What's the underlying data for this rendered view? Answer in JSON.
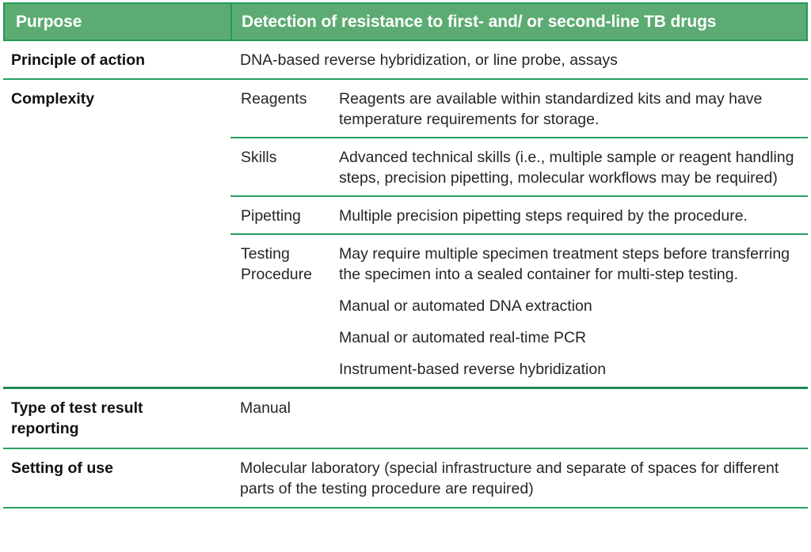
{
  "header": {
    "left": "Purpose",
    "right": "Detection of resistance to first- and/ or second-line TB drugs"
  },
  "rows": {
    "principle": {
      "label": "Principle of action",
      "value": "DNA-based reverse hybridization, or line probe, assays"
    },
    "complexity": {
      "label": "Complexity",
      "sub": [
        {
          "key": "Reagents",
          "paragraphs": [
            "Reagents are available within standardized kits and may have temperature requirements for storage."
          ]
        },
        {
          "key": "Skills",
          "paragraphs": [
            "Advanced technical skills (i.e., multiple sample or reagent handling steps, precision pipetting, molecular workflows may be required)"
          ]
        },
        {
          "key": "Pipetting",
          "paragraphs": [
            "Multiple precision pipetting steps required by the procedure."
          ]
        },
        {
          "key": "Testing Procedure",
          "paragraphs": [
            "May require multiple specimen treatment steps before transferring the specimen into a sealed container for multi-step testing.",
            "Manual or automated DNA extraction",
            "Manual or automated real-time PCR",
            "Instrument-based reverse hybridization"
          ]
        }
      ]
    },
    "reporting": {
      "label": "Type of test result reporting",
      "value": "Manual"
    },
    "setting": {
      "label": "Setting of use",
      "value": "Molecular laboratory (special infrastructure and separate of spaces for different parts of the testing procedure are required)"
    }
  },
  "colors": {
    "header_fill": "#5cab72",
    "header_border": "#1f9c56",
    "rule": "#2a9d62",
    "rule_thick": "#1b8a52",
    "text": "#262626",
    "label_text": "#111111",
    "header_text": "#ffffff"
  }
}
